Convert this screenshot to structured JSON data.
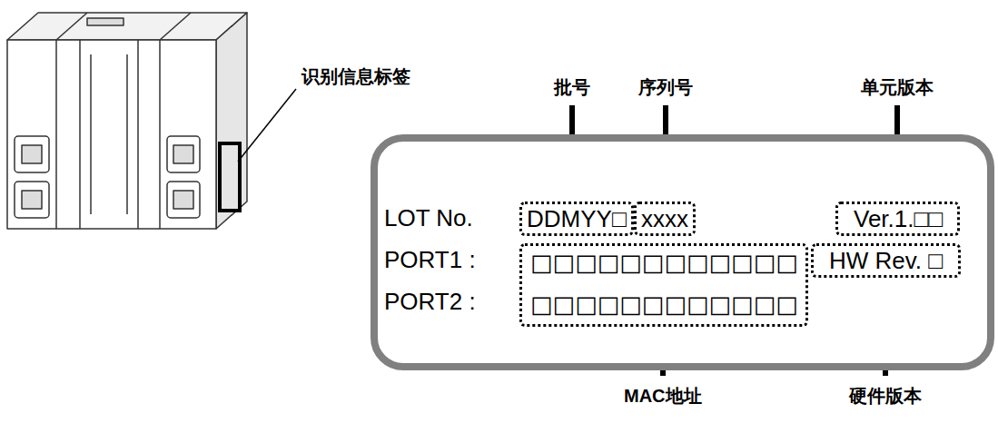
{
  "diagram": {
    "nodes": [
      {
        "text": [
          "LOT No.",
          "PORT1 :",
          "PORT2 :"
        ]
      },
      {
        "text": [
          "DDMYY□"
        ],
        "in": 0
      },
      {
        "text": [
          "xxxx"
        ],
        "in": 0
      },
      {
        "text": [
          "Ver.1.□□"
        ],
        "in": 0
      },
      {
        "text": [
          "□□□□□□□□□□□□",
          "□□□□□□□□□□□□"
        ],
        "in": 0
      },
      {
        "text": [
          "HW Rev. □"
        ],
        "in": 0
      }
    ],
    "labels": [
      "识别信息标签",
      "批号",
      "序列号",
      "单元版本",
      "MAC地址",
      "硬件版本"
    ]
  }
}
